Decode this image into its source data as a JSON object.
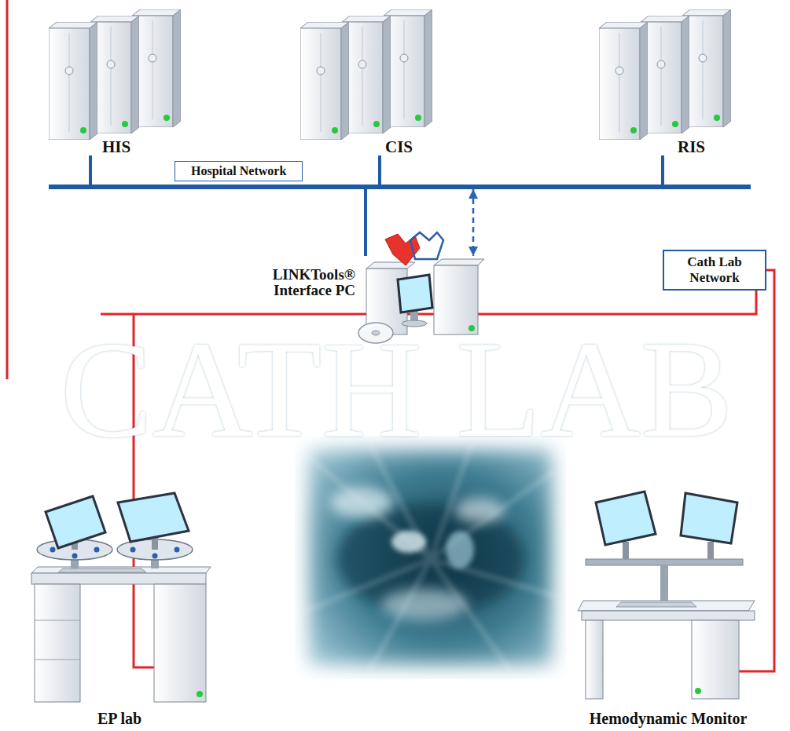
{
  "diagram": {
    "nodes": [
      {
        "text": [
          "HIS"
        ]
      },
      {
        "text": [
          "CIS"
        ]
      },
      {
        "text": [
          "RIS"
        ]
      },
      {
        "text": [
          "Hospital Network"
        ]
      },
      {
        "text": [
          "CATH LAB"
        ]
      },
      {
        "text": [
          "LINKTools® Interface PC"
        ],
        "in": 4
      },
      {
        "text": [
          "Cath Lab Network"
        ]
      },
      {
        "text": [
          "EP lab"
        ],
        "in": 4
      },
      {
        "text": [
          "Hemodynamic Monitor"
        ],
        "in": 4
      }
    ],
    "edges": [
      {
        "from": 0,
        "to": 3,
        "arrow": "none"
      },
      {
        "from": 1,
        "to": 3,
        "arrow": "none"
      },
      {
        "from": 2,
        "to": 3,
        "arrow": "none"
      },
      {
        "from": 3,
        "to": 5,
        "arrow": "none"
      },
      {
        "from": 3,
        "to": 5,
        "arrow": "both"
      },
      {
        "from": 7,
        "to": 5,
        "arrow": "none"
      },
      {
        "from": 5,
        "to": 6,
        "arrow": "none"
      },
      {
        "from": 8,
        "to": 6,
        "arrow": "none"
      }
    ]
  }
}
